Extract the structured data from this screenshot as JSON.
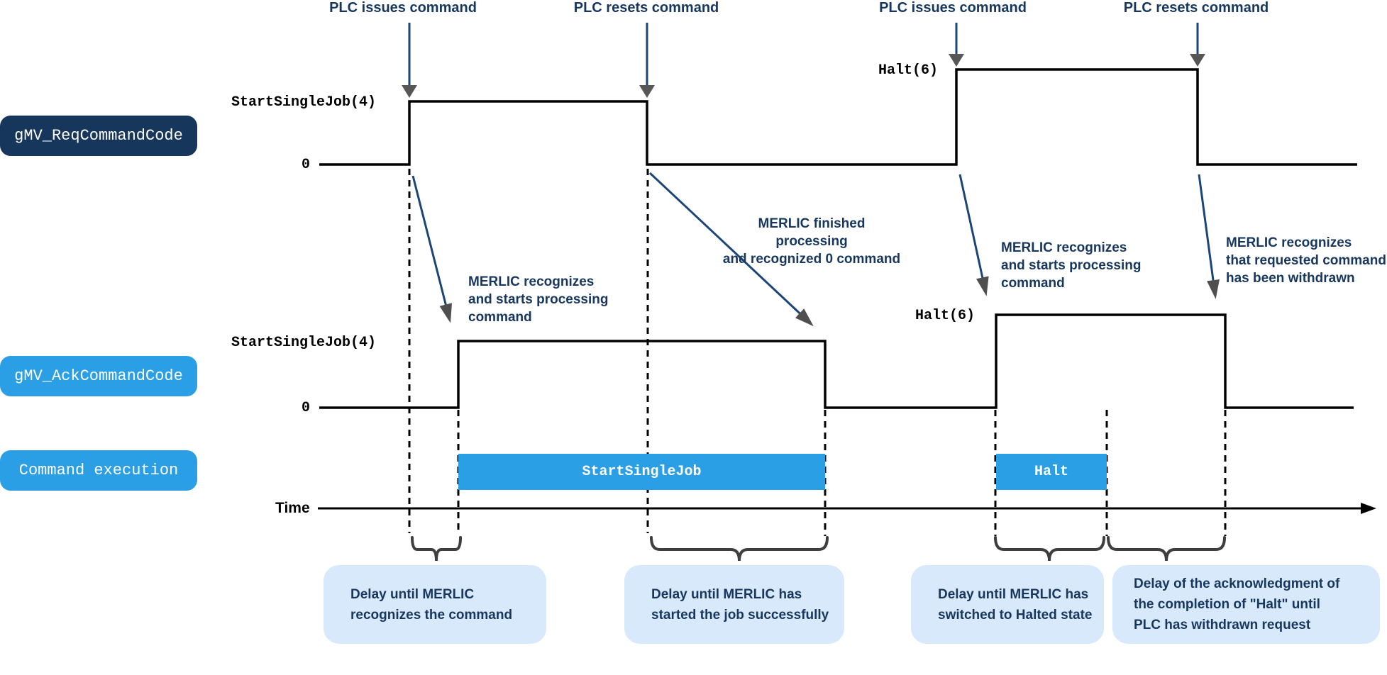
{
  "colors": {
    "navy_pill": "#16365C",
    "blue_accent": "#2A9FE5",
    "callout_bg": "#D8E9FB",
    "text_navy": "#17375E",
    "arrow_line_navy": "#1C4679",
    "arrow_head_gray": "#4F4F4F",
    "brace_gray": "#3E3E3E",
    "signal_black": "#000000"
  },
  "pills": [
    {
      "label": "gMV_ReqCommandCode"
    },
    {
      "label": "gMV_AckCommandCode"
    },
    {
      "label": "Command execution"
    }
  ],
  "plc_labels": [
    {
      "text": "PLC issues command"
    },
    {
      "text": "PLC resets command"
    },
    {
      "text": "PLC issues command"
    },
    {
      "text": "PLC resets command"
    }
  ],
  "req_signal": {
    "high_label": "StartSingleJob(4)",
    "zero_label": "0",
    "halt_label": "Halt(6)"
  },
  "ack_signal": {
    "high_label": "StartSingleJob(4)",
    "zero_label": "0",
    "halt_label": "Halt(6)"
  },
  "annotations": [
    {
      "text": "MERLIC recognizes\nand starts processing\ncommand"
    },
    {
      "text": "MERLIC finished processing\nand recognized 0 command"
    },
    {
      "text": "MERLIC recognizes\nand starts processing\ncommand"
    },
    {
      "text": "MERLIC recognizes\nthat requested command\nhas been withdrawn"
    }
  ],
  "bars": [
    {
      "label": "StartSingleJob"
    },
    {
      "label": "Halt"
    }
  ],
  "time_axis": {
    "label": "Time"
  },
  "callouts": [
    {
      "text": "Delay until MERLIC\nrecognizes the command"
    },
    {
      "text": "Delay until MERLIC has\nstarted the job successfully"
    },
    {
      "text": "Delay until MERLIC has\nswitched to Halted state"
    },
    {
      "text": "Delay of the acknowledgment of\nthe completion of \"Halt\" until\nPLC has withdrawn request"
    }
  ]
}
